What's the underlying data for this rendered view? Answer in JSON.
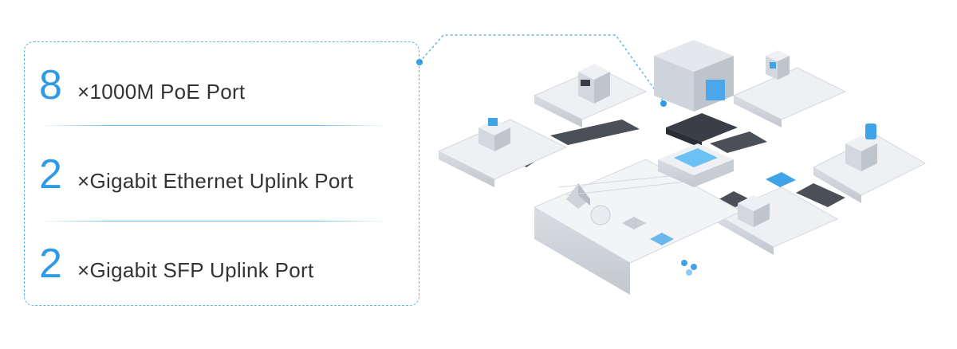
{
  "ports": [
    {
      "count": "8",
      "label": "×1000M PoE Port"
    },
    {
      "count": "2",
      "label": "×Gigabit Ethernet Uplink Port"
    },
    {
      "count": "2",
      "label": "×Gigabit SFP Uplink Port"
    }
  ],
  "colors": {
    "accent": "#2f9be4",
    "border": "#5fb7ea",
    "text": "#333333"
  }
}
